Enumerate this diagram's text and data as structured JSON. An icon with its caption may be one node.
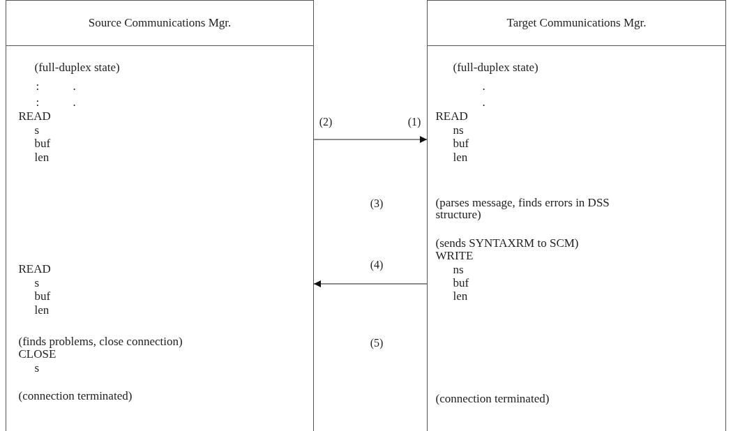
{
  "diagram": {
    "nodes": [
      {
        "text": [
          "Source Communications Mgr."
        ]
      },
      {
        "text": [
          "Target Communications Mgr."
        ]
      },
      {
        "text": [
          "(full-duplex state)",
          ":",
          ".",
          ":",
          ".",
          "READ",
          "s",
          "buf",
          "len",
          "READ",
          "s",
          "buf",
          "len",
          "(finds problems, close connection)",
          "CLOSE",
          "s",
          "(connection terminated)"
        ]
      },
      {
        "text": [
          "(full-duplex state)",
          ".",
          ".",
          "READ",
          "ns",
          "buf",
          "len",
          "(parses message, finds errors in DSS structure)",
          "(sends SYNTAXRM to SCM)",
          "WRITE",
          "ns",
          "buf",
          "len",
          "(connection terminated)"
        ]
      }
    ],
    "edges": [
      {
        "from": 2,
        "to": 3,
        "arrow": "to"
      },
      {
        "from": 3,
        "to": 2,
        "arrow": "to"
      }
    ],
    "labels": [
      "(2)",
      "(1)",
      "(3)",
      "(4)",
      "(5)"
    ]
  }
}
